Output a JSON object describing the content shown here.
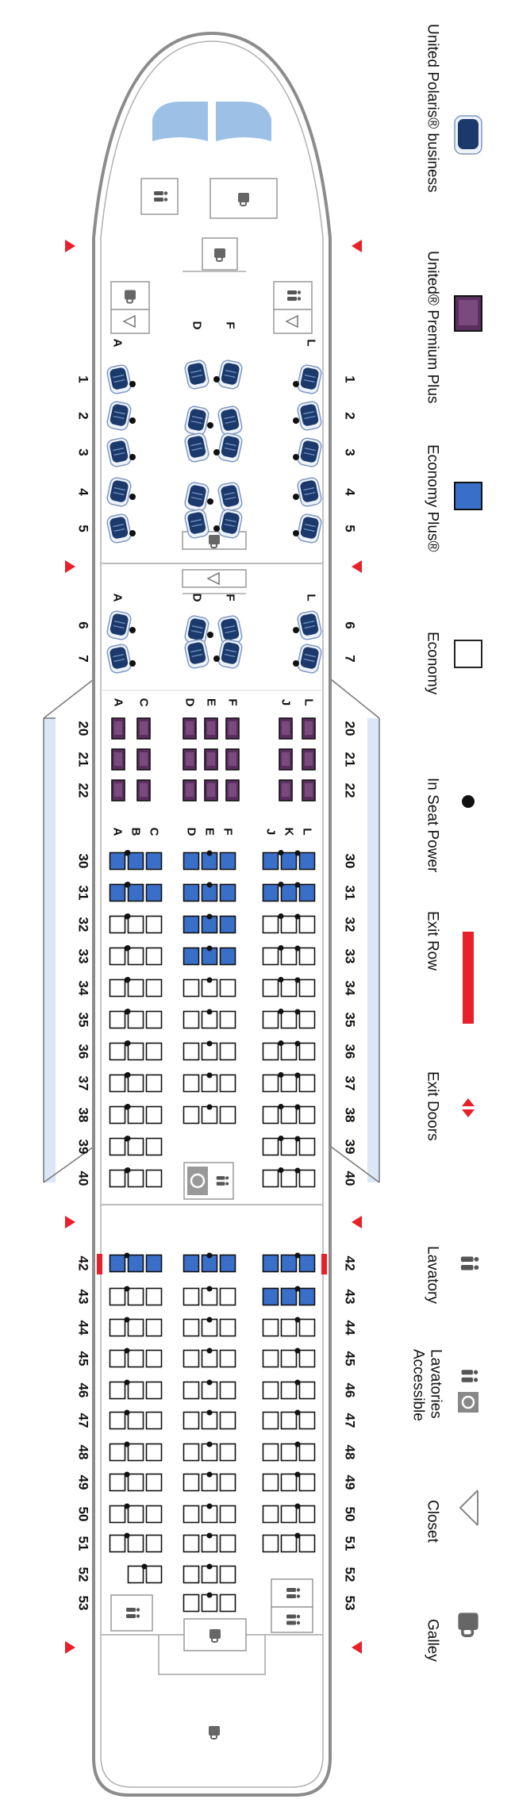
{
  "legend": [
    {
      "key": "polaris",
      "lines": [
        "United Polaris® business"
      ],
      "icon": "polaris-seat-icon"
    },
    {
      "key": "premium",
      "lines": [
        "United® Premium Plus"
      ],
      "icon": "premium-plus-seat-icon"
    },
    {
      "key": "eplus",
      "lines": [
        "Economy Plus®"
      ],
      "icon": "economy-plus-seat-icon"
    },
    {
      "key": "economy",
      "lines": [
        "Economy"
      ],
      "icon": "economy-seat-icon"
    },
    {
      "key": "power",
      "lines": [
        "In Seat Power"
      ],
      "icon": "power-dot-icon"
    },
    {
      "key": "exitrow",
      "lines": [
        "Exit Row"
      ],
      "icon": "exit-row-bar-icon"
    },
    {
      "key": "exitdoor",
      "lines": [
        "Exit Doors"
      ],
      "icon": "exit-doors-icon"
    },
    {
      "key": "lav",
      "lines": [
        "Lavatory"
      ],
      "icon": "lavatory-icon"
    },
    {
      "key": "acclav",
      "lines": [
        "Accessible",
        "Lavatories"
      ],
      "icon": "accessible-lavatory-icon"
    },
    {
      "key": "closet",
      "lines": [
        "Closet"
      ],
      "icon": "closet-hanger-icon"
    },
    {
      "key": "galley",
      "lines": [
        "Galley"
      ],
      "icon": "galley-cup-icon"
    }
  ],
  "colors": {
    "polaris": "#1b3a6b",
    "premium": "#5a2f5e",
    "eplus": "#3a6fc9",
    "economy": "#ffffff",
    "exit_red": "#e8202a",
    "fuselage": "#8c8c8c",
    "window_blue": "#dbe7f6"
  },
  "business": {
    "rows": [
      "1",
      "2",
      "3",
      "4",
      "5",
      "6",
      "7"
    ],
    "left_letters": [
      "A",
      "A"
    ],
    "center_letters_front": [
      "D",
      "F"
    ],
    "center_letters_rear": [
      "D",
      "F"
    ],
    "right_letters": [
      "L",
      "L"
    ]
  },
  "premium_plus": {
    "rows": [
      "20",
      "21",
      "22"
    ],
    "left_letters": [
      "A",
      "C"
    ],
    "center_letters": [
      "D",
      "E",
      "F"
    ],
    "right_letters": [
      "J",
      "L"
    ]
  },
  "economy_front": {
    "rows": [
      "30",
      "31",
      "32",
      "33",
      "34",
      "35",
      "36",
      "37",
      "38",
      "39",
      "40"
    ],
    "left_letters": [
      "A",
      "B",
      "C"
    ],
    "center_letters": [
      "D",
      "E",
      "F"
    ],
    "right_letters": [
      "J",
      "K",
      "L"
    ],
    "economy_plus_rows": {
      "left": [
        "30",
        "31"
      ],
      "center": [
        "30",
        "31",
        "32",
        "33"
      ],
      "right": [
        "30",
        "31"
      ]
    }
  },
  "economy_rear": {
    "rows": [
      "42",
      "43",
      "44",
      "45",
      "46",
      "47",
      "48",
      "49",
      "50",
      "51",
      "52",
      "53"
    ],
    "economy_plus_rows": {
      "left": [
        "42"
      ],
      "center": [
        "42"
      ],
      "right": [
        "42",
        "43"
      ]
    }
  }
}
